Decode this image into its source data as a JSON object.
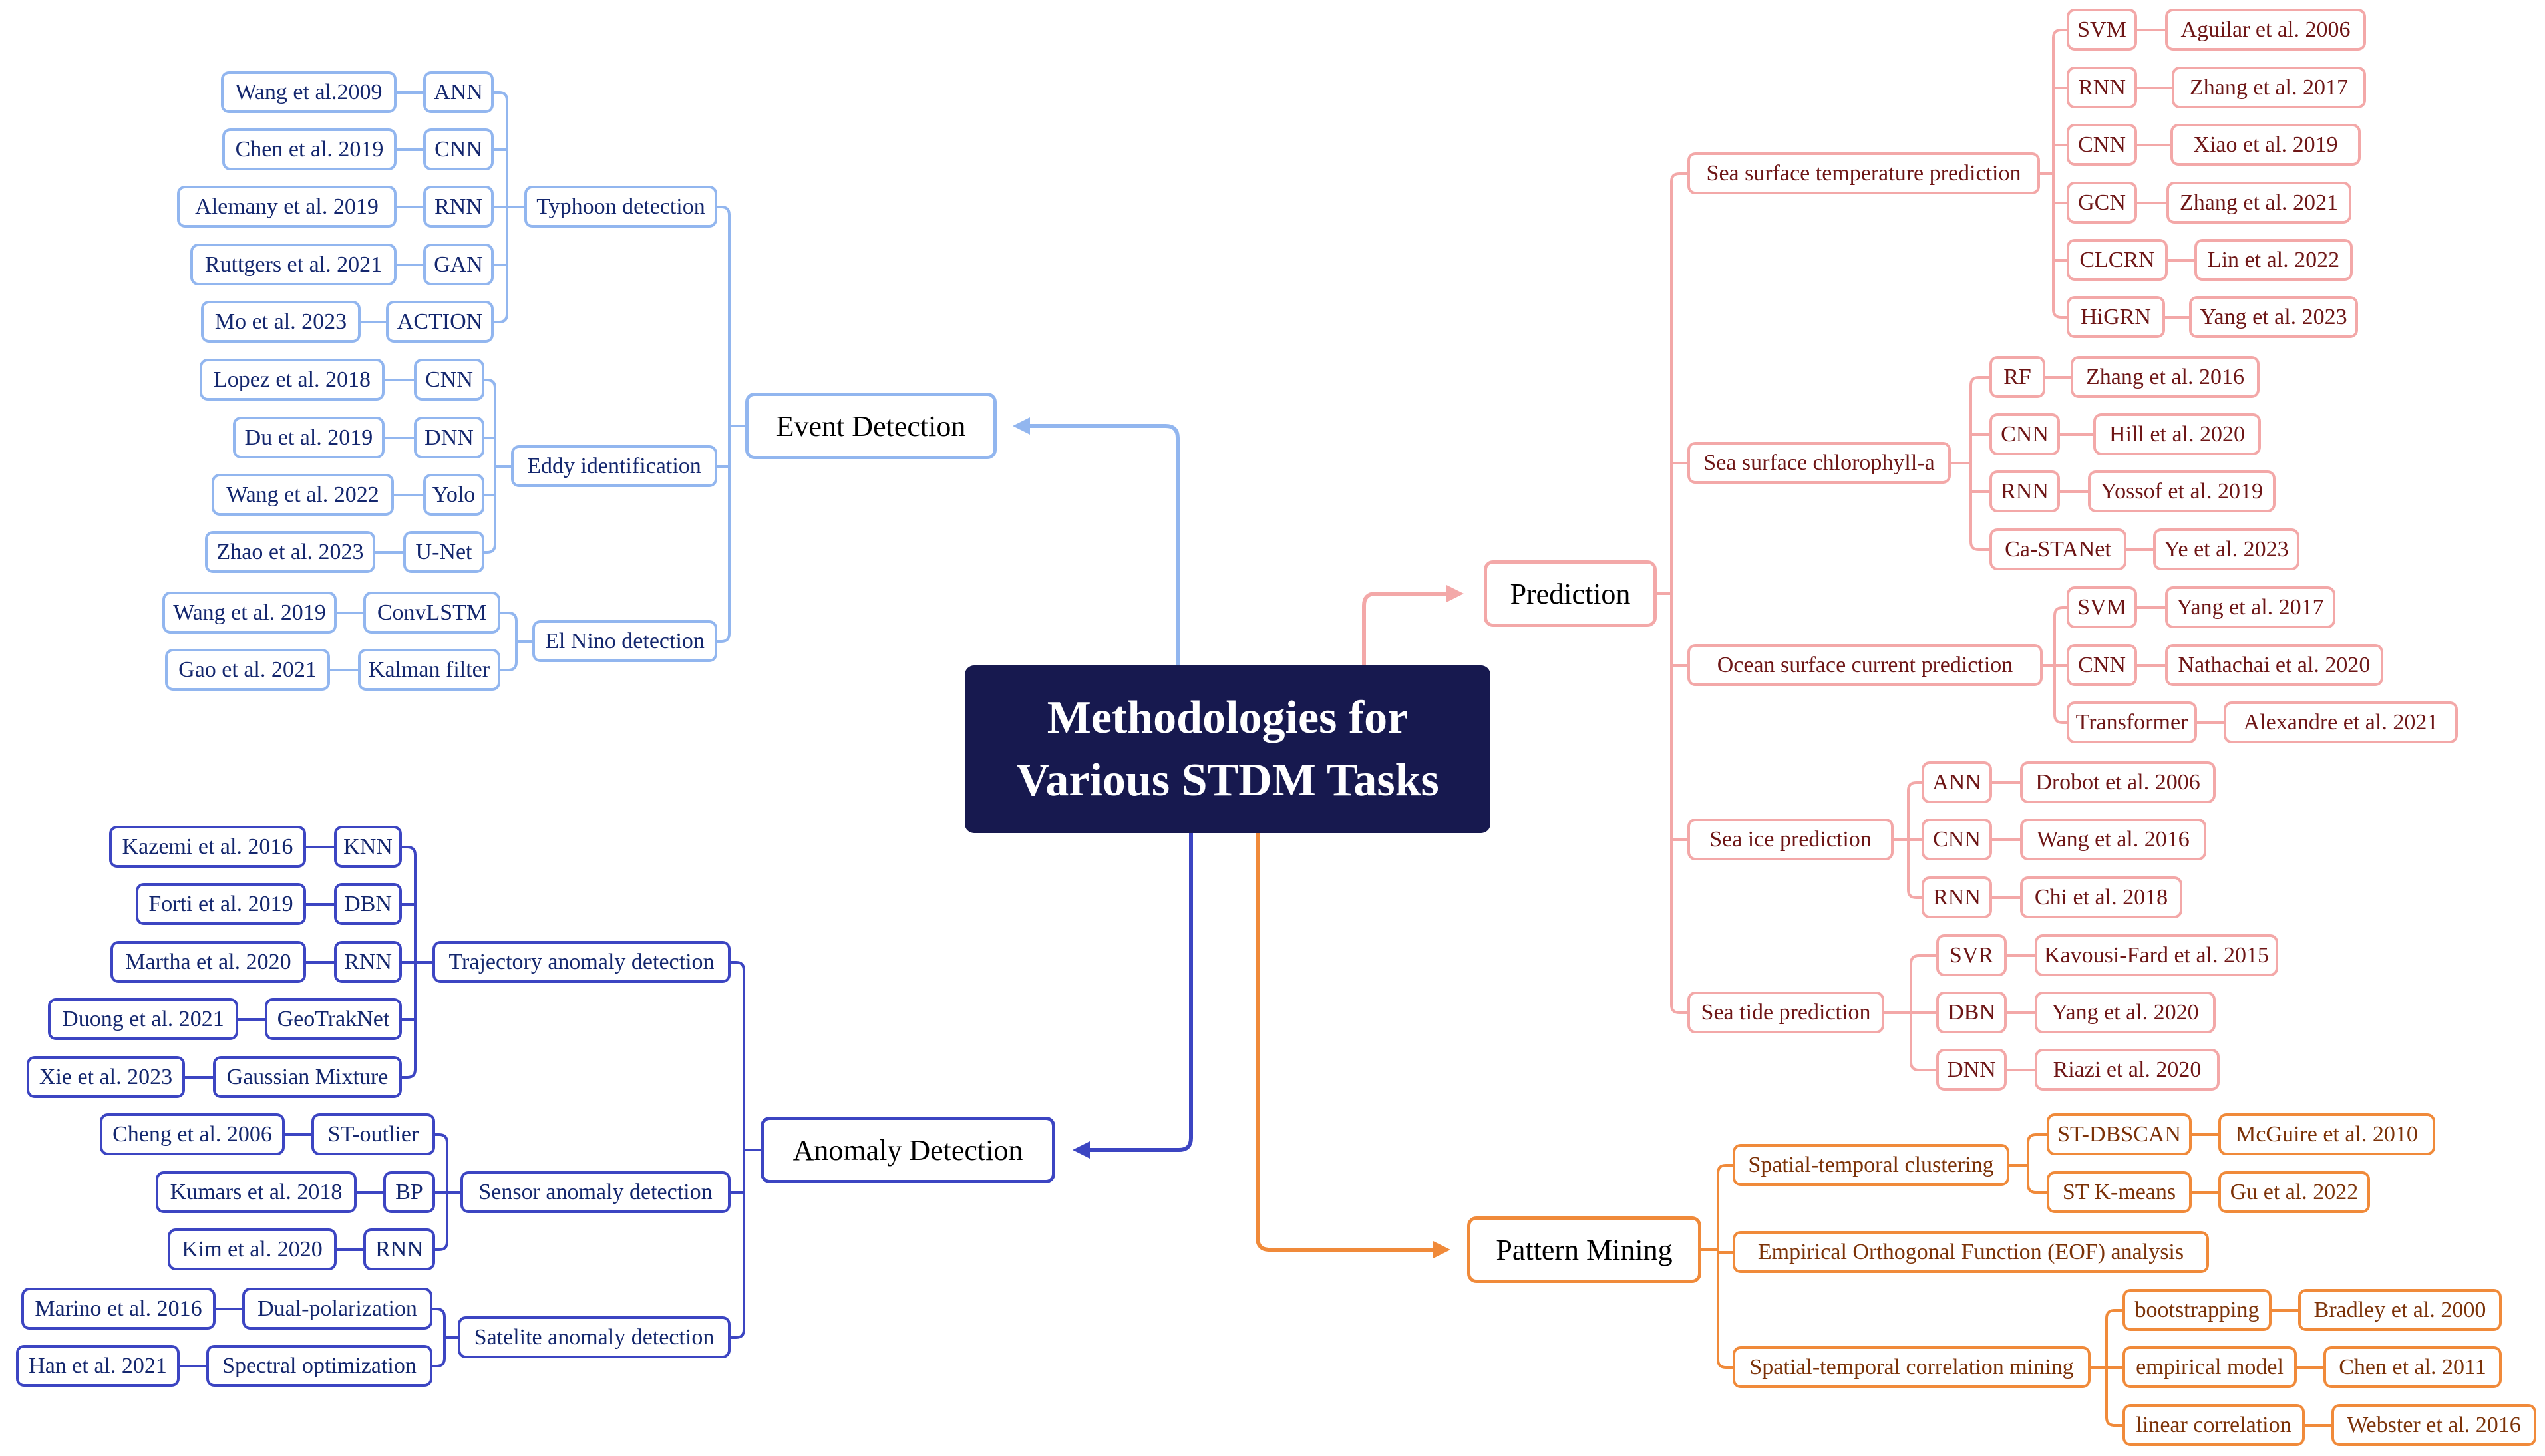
{
  "root": {
    "line1": "Methodologies for",
    "line2": "Various STDM Tasks"
  },
  "colors": {
    "event": "#92b6ef",
    "anomaly": "#3c45c2",
    "prediction": "#f3a8a8",
    "pattern": "#f08a3a",
    "root_bg": "#17194f"
  },
  "branches": {
    "event_detection": "Event Detection",
    "anomaly_detection": "Anomaly Detection",
    "prediction": "Prediction",
    "pattern_mining": "Pattern Mining"
  },
  "event": {
    "typhoon": "Typhoon detection",
    "typhoon_methods": [
      {
        "m": "ANN",
        "r": "Wang et al.2009"
      },
      {
        "m": "CNN",
        "r": "Chen et al. 2019"
      },
      {
        "m": "RNN",
        "r": "Alemany et al.  2019"
      },
      {
        "m": "GAN",
        "r": "Ruttgers et al. 2021"
      },
      {
        "m": "ACTION",
        "r": "Mo et al. 2023"
      }
    ],
    "eddy": "Eddy identification",
    "eddy_methods": [
      {
        "m": "CNN",
        "r": "Lopez et al. 2018"
      },
      {
        "m": "DNN",
        "r": "Du et al. 2019"
      },
      {
        "m": "Yolo",
        "r": "Wang et al. 2022"
      },
      {
        "m": "U-Net",
        "r": "Zhao et al. 2023"
      }
    ],
    "elnino": "El Nino detection",
    "elnino_methods": [
      {
        "m": "ConvLSTM",
        "r": "Wang et al. 2019"
      },
      {
        "m": "Kalman filter",
        "r": "Gao et al. 2021"
      }
    ]
  },
  "anomaly": {
    "trajectory": "Trajectory anomaly detection",
    "trajectory_methods": [
      {
        "m": "KNN",
        "r": "Kazemi et al. 2016"
      },
      {
        "m": "DBN",
        "r": "Forti et al. 2019"
      },
      {
        "m": "RNN",
        "r": "Martha et al. 2020"
      },
      {
        "m": "GeoTrakNet",
        "r": "Duong et al. 2021"
      },
      {
        "m": "Gaussian Mixture",
        "r": "Xie et al. 2023"
      }
    ],
    "sensor": "Sensor anomaly detection",
    "sensor_methods": [
      {
        "m": "ST-outlier",
        "r": "Cheng et al. 2006"
      },
      {
        "m": "BP",
        "r": "Kumars et al. 2018"
      },
      {
        "m": "RNN",
        "r": "Kim et al. 2020"
      }
    ],
    "satellite": "Satelite anomaly detection",
    "satellite_methods": [
      {
        "m": "Dual-polarization",
        "r": "Marino et al. 2016"
      },
      {
        "m": "Spectral optimization",
        "r": "Han et al. 2021"
      }
    ]
  },
  "prediction": {
    "sst": "Sea surface temperature prediction",
    "sst_methods": [
      {
        "m": "SVM",
        "r": "Aguilar et al.  2006"
      },
      {
        "m": "RNN",
        "r": "Zhang et al.  2017"
      },
      {
        "m": "CNN",
        "r": "Xiao et al.   2019"
      },
      {
        "m": "GCN",
        "r": "Zhang et al. 2021"
      },
      {
        "m": "CLCRN",
        "r": "Lin et al. 2022"
      },
      {
        "m": "HiGRN",
        "r": "Yang et al. 2023"
      }
    ],
    "chl": "Sea surface chlorophyll-a",
    "chl_methods": [
      {
        "m": "RF",
        "r": "Zhang et al. 2016"
      },
      {
        "m": "CNN",
        "r": "Hill et al.   2020"
      },
      {
        "m": "RNN",
        "r": "Yossof et al. 2019"
      },
      {
        "m": "Ca-STANet",
        "r": "Ye et al. 2023"
      }
    ],
    "current": "Ocean surface current  prediction",
    "current_methods": [
      {
        "m": "SVM",
        "r": "Yang et al. 2017"
      },
      {
        "m": "CNN",
        "r": "Nathachai et al. 2020"
      },
      {
        "m": "Transformer",
        "r": "Alexandre et al. 2021"
      }
    ],
    "ice": "Sea ice prediction",
    "ice_methods": [
      {
        "m": "ANN",
        "r": "Drobot et al. 2006"
      },
      {
        "m": "CNN",
        "r": "Wang et al.  2016"
      },
      {
        "m": "RNN",
        "r": "Chi et al. 2018"
      }
    ],
    "tide": "Sea tide prediction",
    "tide_methods": [
      {
        "m": "SVR",
        "r": "Kavousi-Fard et al. 2015"
      },
      {
        "m": "DBN",
        "r": "Yang et al.  2020"
      },
      {
        "m": "DNN",
        "r": "Riazi et al.  2020"
      }
    ]
  },
  "pattern": {
    "clustering": "Spatial-temporal clustering",
    "clustering_methods": [
      {
        "m": "ST-DBSCAN",
        "r": "McGuire et al. 2010"
      },
      {
        "m": "ST K-means",
        "r": "Gu et al. 2022"
      }
    ],
    "eof": "Empirical Orthogonal Function (EOF) analysis",
    "correlation": "Spatial-temporal correlation mining",
    "correlation_methods": [
      {
        "m": "bootstrapping",
        "r": "Bradley et al. 2000"
      },
      {
        "m": "empirical model",
        "r": "Chen et al. 2011"
      },
      {
        "m": "linear correlation",
        "r": "Webster et al. 2016"
      }
    ]
  }
}
